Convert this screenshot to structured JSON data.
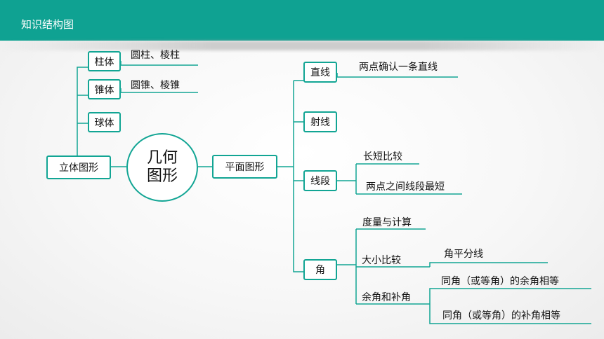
{
  "header": {
    "title": "知识结构图"
  },
  "center": {
    "line1": "几何",
    "line2": "图形"
  },
  "solid": {
    "label": "立体图形",
    "items": [
      {
        "label": "柱体",
        "note": "圆柱、棱柱"
      },
      {
        "label": "锥体",
        "note": "圆锥、棱锥"
      },
      {
        "label": "球体",
        "note": ""
      }
    ]
  },
  "plane": {
    "label": "平面图形",
    "line": {
      "label": "直线",
      "notes": [
        "两点确认一条直线"
      ]
    },
    "ray": {
      "label": "射线"
    },
    "segment": {
      "label": "线段",
      "notes": [
        "长短比较",
        "两点之间线段最短"
      ]
    },
    "angle": {
      "label": "角",
      "measure": "度量与计算",
      "compare": "大小比较",
      "bisector": "角平分线",
      "comp_supp": "余角和补角",
      "complement_rule": "同角（或等角）的余角相等",
      "supplement_rule": "同角（或等角）的补角相等"
    }
  }
}
